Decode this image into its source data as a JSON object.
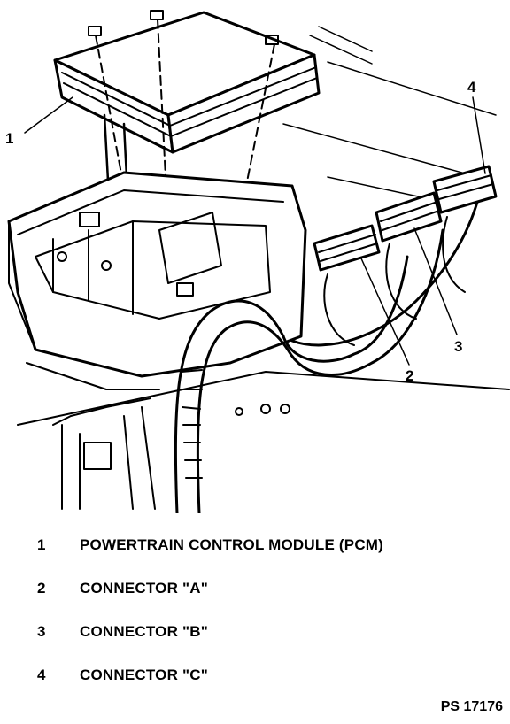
{
  "callouts": [
    {
      "number": "1"
    },
    {
      "number": "2"
    },
    {
      "number": "3"
    },
    {
      "number": "4"
    }
  ],
  "legend": [
    {
      "number": "1",
      "label": "POWERTRAIN CONTROL MODULE (PCM)"
    },
    {
      "number": "2",
      "label": "CONNECTOR \"A\""
    },
    {
      "number": "3",
      "label": "CONNECTOR \"B\""
    },
    {
      "number": "4",
      "label": "CONNECTOR \"C\""
    }
  ],
  "figure_id": "PS 17176",
  "colors": {
    "ink": "#000000",
    "paper": "#ffffff"
  }
}
